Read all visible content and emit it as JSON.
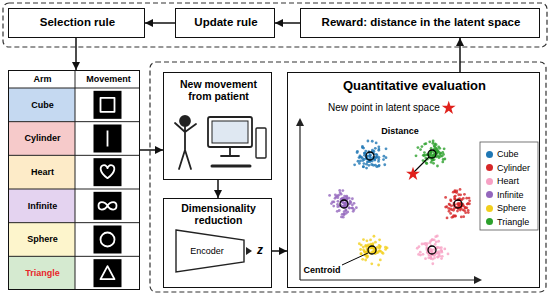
{
  "diagram": {
    "nodes": [
      {
        "text": [
          "Selection rule"
        ]
      },
      {
        "text": [
          "Update rule"
        ]
      },
      {
        "text": [
          "Reward: distance in the latent space"
        ]
      },
      {
        "text": [
          "Arm",
          "Movement",
          "Cube",
          "Cylinder",
          "Heart",
          "Infinite",
          "Sphere",
          "Triangle"
        ]
      },
      {
        "text": [
          "New movement from patient"
        ]
      },
      {
        "text": [
          "Dimensionality reduction",
          "Encoder",
          "z"
        ]
      },
      {
        "text": [
          "Quantitative evaluation",
          "New point in latent space"
        ]
      }
    ],
    "edges": [
      {
        "from": 2,
        "to": 1,
        "arrow": "to"
      },
      {
        "from": 1,
        "to": 0,
        "arrow": "to"
      },
      {
        "from": 0,
        "to": 3,
        "arrow": "to"
      },
      {
        "from": 3,
        "to": 4,
        "arrow": "to"
      },
      {
        "from": 4,
        "to": 5,
        "arrow": "to"
      },
      {
        "from": 5,
        "to": 6,
        "arrow": "to"
      },
      {
        "from": 6,
        "to": 2,
        "arrow": "to"
      }
    ],
    "labels": [
      "Distance",
      "Centroid"
    ],
    "legend": [
      {
        "text": "Cube",
        "color": "#1f77b4"
      },
      {
        "text": "Cylinder",
        "color": "#d62728"
      },
      {
        "text": "Heart",
        "color": "#f7a1c4"
      },
      {
        "text": "Infinite",
        "color": "#9467bd"
      },
      {
        "text": "Sphere",
        "color": "#f2cf1d"
      },
      {
        "text": "Triangle",
        "color": "#2ca02c"
      }
    ]
  }
}
